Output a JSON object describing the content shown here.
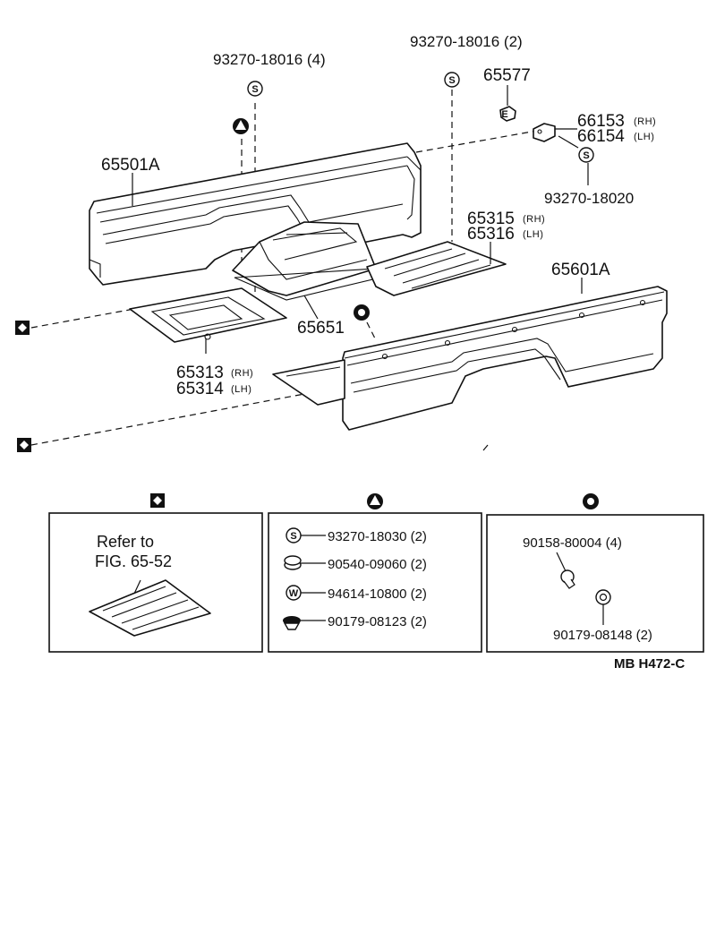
{
  "labels": {
    "p_93270_18016_4": "93270-18016 (4)",
    "p_93270_18016_2": "93270-18016 (2)",
    "p_65577": "65577",
    "p_66153": "66153",
    "p_66153_side": "(RH)",
    "p_66154": "66154",
    "p_66154_side": "(LH)",
    "p_93270_18020": "93270-18020",
    "p_65501a": "65501A",
    "p_65315": "65315",
    "p_65315_side": "(RH)",
    "p_65316": "65316",
    "p_65316_side": "(LH)",
    "p_65601a": "65601A",
    "p_65651": "65651",
    "p_65313": "65313",
    "p_65313_side": "(RH)",
    "p_65314": "65314",
    "p_65314_side": "(LH)"
  },
  "symbols": {
    "s": "S",
    "w": "W"
  },
  "panels": {
    "diamond": {
      "refer_line1": "Refer to",
      "refer_line2": "FIG. 65-52"
    },
    "triangle": {
      "items": [
        "93270-18030 (2)",
        "90540-09060 (2)",
        "94614-10800 (2)",
        "90179-08123 (2)"
      ]
    },
    "circle": {
      "items": [
        "90158-80004 (4)",
        "90179-08148 (2)"
      ]
    }
  },
  "footer_code": "MB  H472-C"
}
